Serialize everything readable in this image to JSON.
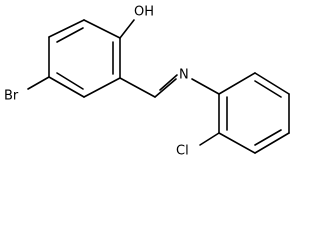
{
  "molecule": {
    "atoms": {
      "hydroxyl": "OH",
      "bromine": "Br",
      "nitrogen": "N",
      "chlorine": "Cl"
    }
  }
}
